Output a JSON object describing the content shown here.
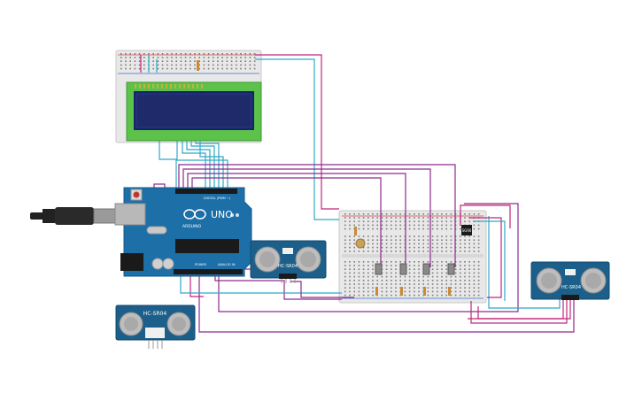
{
  "colors": {
    "wire_purple": "#8e2a8e",
    "wire_magenta": "#c0267a",
    "wire_cyan": "#2fa9c8",
    "wire_red": "#d42a2a",
    "arduino_blue": "#1d6fa8",
    "sensor_blue": "#1c5f8a",
    "lcd_green": "#5cc24a",
    "lcd_screen": "#1f2a6b",
    "breadboard": "#e6e6e6",
    "usb_black": "#222222"
  },
  "arduino": {
    "logo_text": "UNO",
    "brand_text": "ARDUINO",
    "digital_label": "DIGITAL (PWM ~)",
    "power_label": "POWER",
    "analog_label": "ANALOG IN"
  },
  "sensors": {
    "hc_sr04_text": "HC-SR04",
    "module_name": "HC-SR04"
  },
  "parts": {
    "servo_label": "SG90"
  },
  "icons": {
    "usb": "usb-cable-icon",
    "reset": "reset-button-icon"
  }
}
